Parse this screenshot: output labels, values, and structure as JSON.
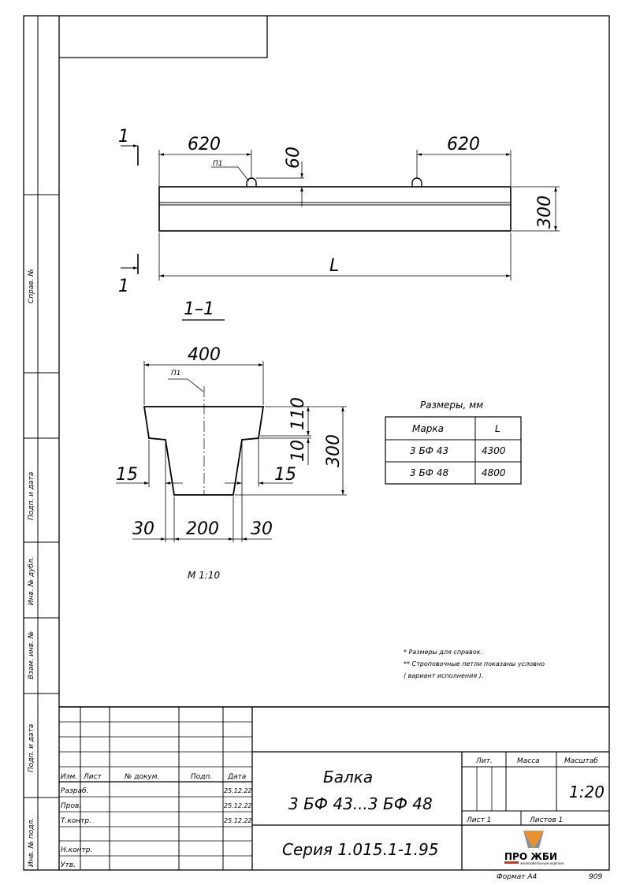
{
  "margin_labels": {
    "sprav": "Справ. №",
    "podp_data_1": "Подп. и дата",
    "inv_dubl": "Инв. № дубл.",
    "vzam_inv": "Взам. инв. №",
    "podp_data_2": "Подп. и дата",
    "inv_podl": "Инв. № подл."
  },
  "elevation": {
    "section_mark": "1",
    "left_dim": "620",
    "right_dim": "620",
    "loop_height": "60",
    "loop_label": "П1",
    "height_dim": "300",
    "length_label": "L"
  },
  "section": {
    "title": "1–1",
    "top_width": "400",
    "loop_label": "П1",
    "upper_height": "110",
    "ledge_height": "10",
    "total_height": "300",
    "ledge_left": "15",
    "ledge_right": "15",
    "bottom_left": "30",
    "bottom_width": "200",
    "bottom_right": "30",
    "scale": "М 1:10"
  },
  "size_table": {
    "title": "Размеры, мм",
    "headers": [
      "Марка",
      "L"
    ],
    "rows": [
      [
        "3 БФ 43",
        "4300"
      ],
      [
        "3 БФ 48",
        "4800"
      ]
    ]
  },
  "notes": [
    "* Размеры для справок.",
    "** Строповочные петли показаны условно",
    "( вариант исполнения )."
  ],
  "title_block": {
    "col_headers": [
      "Изм.",
      "Лист",
      "№ докум.",
      "Подп.",
      "Дата"
    ],
    "signature_rows": [
      {
        "role": "Разраб.",
        "date": "25.12.22"
      },
      {
        "role": "Пров.",
        "date": "25.12.22"
      },
      {
        "role": "Т.контр.",
        "date": "25.12.22"
      },
      {
        "role": "",
        "date": ""
      },
      {
        "role": "Н.контр.",
        "date": ""
      },
      {
        "role": "Утв.",
        "date": ""
      }
    ],
    "product_line1": "Балка",
    "product_line2": "3 БФ 43...3 БФ 48",
    "series": "Серия 1.015.1-1.95",
    "lit_label": "Лит.",
    "mass_label": "Масса",
    "scale_label": "Масштаб",
    "scale_value": "1:20",
    "sheet_label": "Лист 1",
    "sheets_label": "Листов 1",
    "logo_text": "ПРО ЖБИ",
    "logo_subtext": "железобетонные изделия"
  },
  "footer": {
    "format": "Формат А4",
    "page_number": "909"
  },
  "colors": {
    "line": "#000000",
    "logo_orange": "#e8912d",
    "logo_grey": "#8a8f96",
    "logo_red": "#c0392b"
  }
}
